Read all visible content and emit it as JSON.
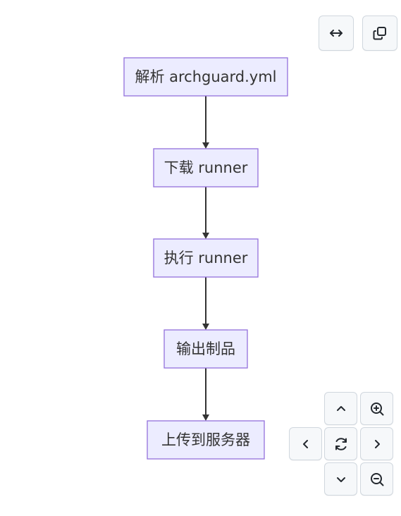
{
  "diagram": {
    "nodes": [
      {
        "id": "n1",
        "label": "解析 archguard.yml"
      },
      {
        "id": "n2",
        "label": "下载 runner"
      },
      {
        "id": "n3",
        "label": "执行 runner"
      },
      {
        "id": "n4",
        "label": "输出制品"
      },
      {
        "id": "n5",
        "label": "上传到服务器"
      }
    ],
    "edges": [
      {
        "from": "n1",
        "to": "n2"
      },
      {
        "from": "n2",
        "to": "n3"
      },
      {
        "from": "n3",
        "to": "n4"
      },
      {
        "from": "n4",
        "to": "n5"
      }
    ]
  },
  "toolbar": {
    "icons": [
      "expand-width-icon",
      "copy-icon"
    ]
  },
  "pan_zoom_controls": {
    "icons": [
      "chevron-up-icon",
      "zoom-in-icon",
      "chevron-left-icon",
      "reset-icon",
      "chevron-right-icon",
      "chevron-down-icon",
      "zoom-out-icon"
    ]
  },
  "colors": {
    "node_fill": "#ececff",
    "node_stroke": "#9370db",
    "edge": "#333333",
    "button_bg": "#f6f8fa",
    "button_border": "#d0d7de"
  }
}
